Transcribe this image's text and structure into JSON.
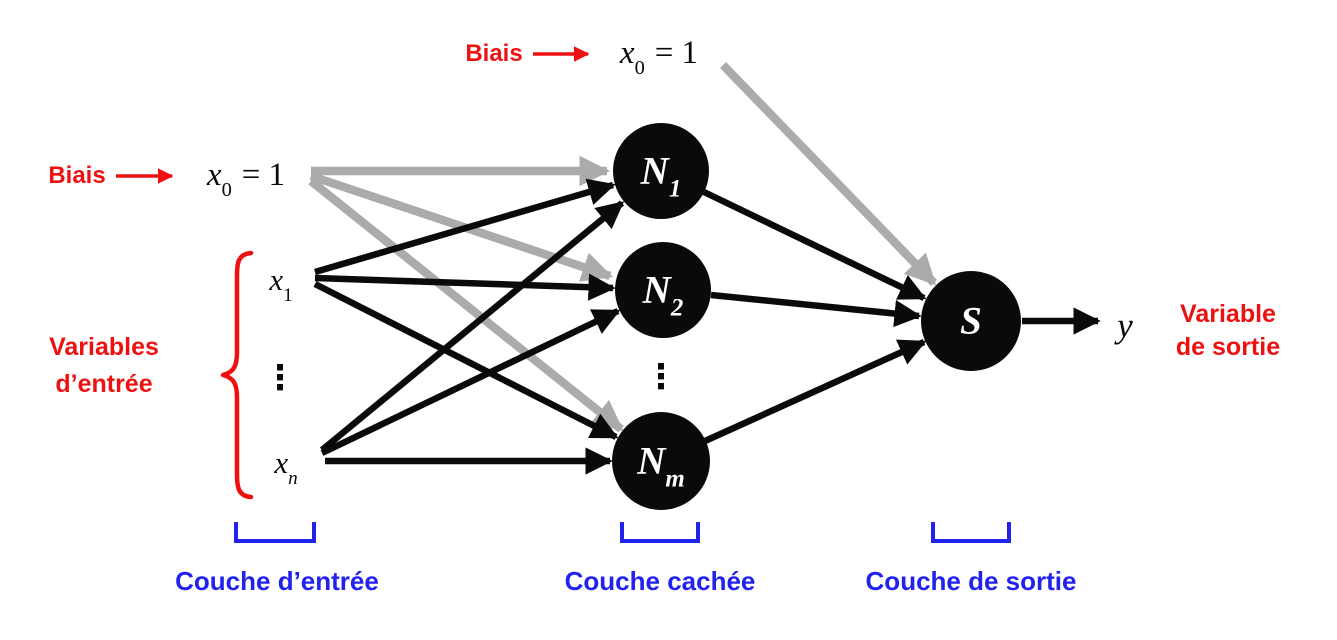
{
  "colors": {
    "red": "#ee1111",
    "blue": "#2222ee",
    "gray": "#ababab",
    "black": "#0a0a0a"
  },
  "bias_top": {
    "label": "Biais",
    "var": {
      "base": "x",
      "sub": "0",
      "suffix": "= 1"
    }
  },
  "bias_left": {
    "label": "Biais",
    "var": {
      "base": "x",
      "sub": "0",
      "suffix": "= 1"
    }
  },
  "input_group": {
    "label_line1": "Variables",
    "label_line2": "d’entrée",
    "items": [
      {
        "base": "x",
        "sub": "1"
      },
      {
        "base": "x",
        "sub": "n"
      }
    ],
    "ellipsis": "⋮"
  },
  "hidden_layer": {
    "nodes": [
      {
        "base": "N",
        "sub": "1"
      },
      {
        "base": "N",
        "sub": "2"
      },
      {
        "base": "N",
        "sub": "m"
      }
    ],
    "ellipsis": "⋮"
  },
  "output_layer": {
    "node": {
      "base": "S"
    },
    "output_var": {
      "base": "y"
    },
    "label_line1": "Variable",
    "label_line2": "de sortie"
  },
  "layer_labels": {
    "input": "Couche d’entrée",
    "hidden": "Couche cachée",
    "output": "Couche de sortie"
  }
}
